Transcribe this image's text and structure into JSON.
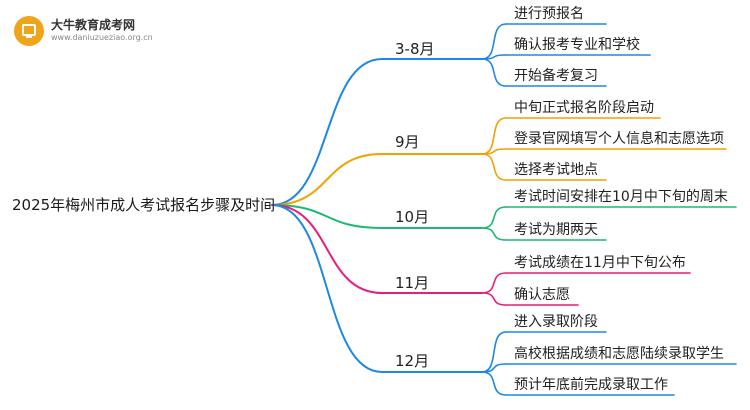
{
  "watermark": {
    "site_name": "大牛教育成考网",
    "site_url": "www.daniuzueziao.org.cn"
  },
  "root": {
    "label": "2025年梅州市成人考试报名步骤及时间"
  },
  "branches": [
    {
      "label": "3-8月",
      "color": "#1e88e5",
      "items": [
        "进行预报名",
        "确认报考专业和学校",
        "开始备考复习"
      ]
    },
    {
      "label": "9月",
      "color": "#f5a000",
      "items": [
        "中旬正式报名阶段启动",
        "登录官网填写个人信息和志愿选项",
        "选择考试地点"
      ]
    },
    {
      "label": "10月",
      "color": "#1fb86f",
      "items": [
        "考试时间安排在10月中下旬的周末",
        "考试为期两天"
      ]
    },
    {
      "label": "11月",
      "color": "#e91e7a",
      "items": [
        "考试成绩在11月中下旬公布",
        "确认志愿"
      ]
    },
    {
      "label": "12月",
      "color": "#1e88e5",
      "items": [
        "进入录取阶段",
        "高校根据成绩和志愿陆续录取学生",
        "预计年底前完成录取工作"
      ]
    }
  ]
}
